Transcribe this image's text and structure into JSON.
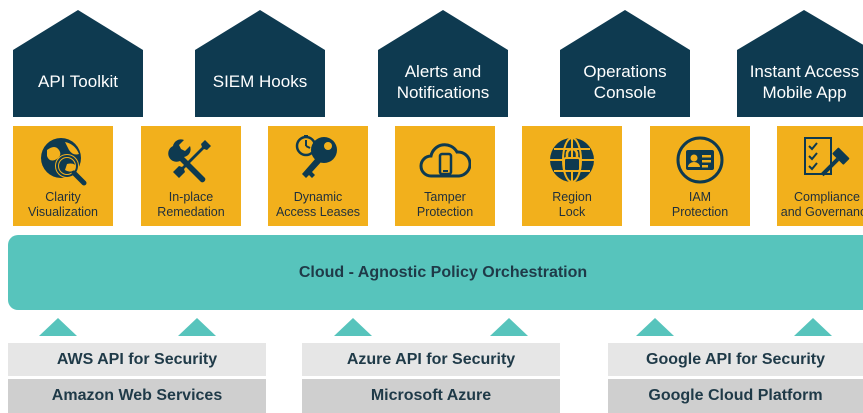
{
  "colors": {
    "dark": "#0e3a50",
    "feature": "#f2b01c",
    "teal": "#57c4bc",
    "api_box": "#e6e6e6",
    "platform_box": "#cfcfcf"
  },
  "houses": [
    {
      "label": "API Toolkit"
    },
    {
      "label": "SIEM Hooks"
    },
    {
      "label": "Alerts and\nNotifications"
    },
    {
      "label": "Operations\nConsole"
    },
    {
      "label": "Instant Access\nMobile App"
    }
  ],
  "features": [
    {
      "label": "Clarity\nVisualization",
      "icon": "globe-magnifier-icon"
    },
    {
      "label": "In-place\nRemedation",
      "icon": "tools-icon"
    },
    {
      "label": "Dynamic\nAccess Leases",
      "icon": "key-timer-icon"
    },
    {
      "label": "Tamper\nProtection",
      "icon": "cloud-device-icon"
    },
    {
      "label": "Region\nLock",
      "icon": "globe-lock-icon"
    },
    {
      "label": "IAM\nProtection",
      "icon": "id-card-icon"
    },
    {
      "label": "Compliance\nand Governance",
      "icon": "checklist-gavel-icon"
    }
  ],
  "orchestration": {
    "label": "Cloud - Agnostic Policy Orchestration"
  },
  "providers": [
    {
      "api": "AWS API for Security",
      "platform": "Amazon Web Services"
    },
    {
      "api": "Azure API for Security",
      "platform": "Microsoft Azure"
    },
    {
      "api": "Google API for Security",
      "platform": "Google Cloud Platform"
    }
  ]
}
